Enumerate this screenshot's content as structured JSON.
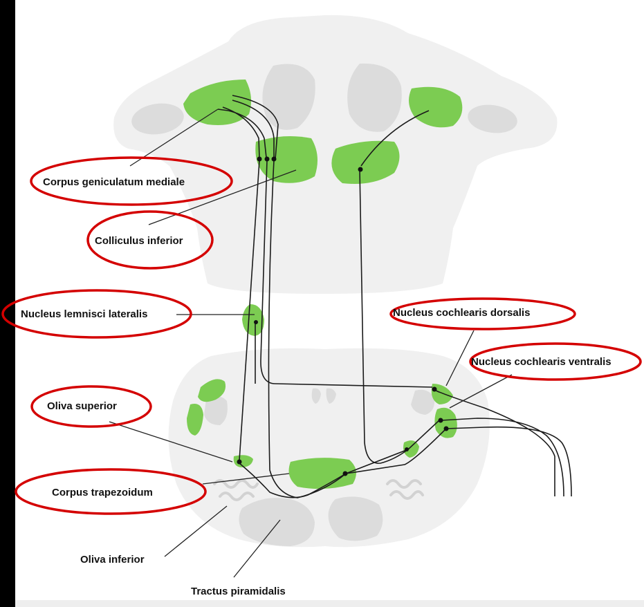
{
  "colors": {
    "nucleus": "#7ccc52",
    "highlight_ring": "#d40000",
    "brain_light": "#f0f0f0",
    "brain_dark": "#dcdcdc",
    "left_bar": "#000000"
  },
  "labels": {
    "corpus_geniculatum_mediale": "Corpus geniculatum mediale",
    "colliculus_inferior": "Colliculus inferior",
    "nucleus_lemnisci_lateralis": "Nucleus lemnisci lateralis",
    "nucleus_cochlearis_dorsalis": "Nucleus cochlearis dorsalis",
    "nucleus_cochlearis_ventralis": "Nucleus cochlearis ventralis",
    "oliva_superior": "Oliva superior",
    "corpus_trapezoidum": "Corpus trapezoidum",
    "oliva_inferior": "Oliva inferior",
    "tractus_piramidalis": "Tractus piramidalis"
  }
}
